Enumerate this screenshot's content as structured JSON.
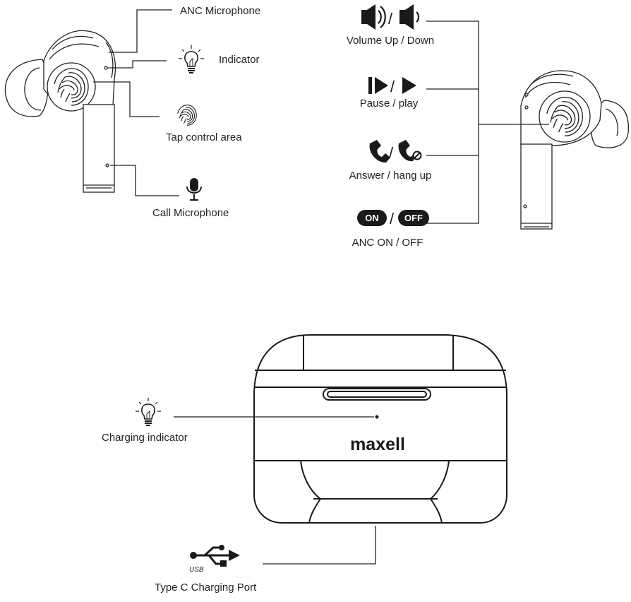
{
  "labels": {
    "anc_microphone": "ANC Microphone",
    "indicator": "Indicator",
    "tap_control_area": "Tap control area",
    "call_microphone": "Call Microphone",
    "volume_up_down": "Volume Up / Down",
    "pause_play": "Pause / play",
    "answer_hang_up": "Answer / hang up",
    "anc_on_off": "ANC ON / OFF",
    "charging_indicator": "Charging indicator",
    "type_c_port": "Type C Charging Port"
  },
  "badges": {
    "on": "ON",
    "off": "OFF",
    "separator": "/"
  },
  "case": {
    "brand": "maxell"
  },
  "usb": {
    "text": "USB"
  },
  "icons": [
    "speaker-loud-icon",
    "speaker-soft-icon",
    "pause-icon",
    "play-icon",
    "phone-answer-icon",
    "phone-hangup-icon",
    "light-bulb-icon",
    "fingerprint-icon",
    "microphone-icon",
    "usb-icon"
  ],
  "colors": {
    "ink": "#1a1a1a",
    "line": "#222222"
  }
}
